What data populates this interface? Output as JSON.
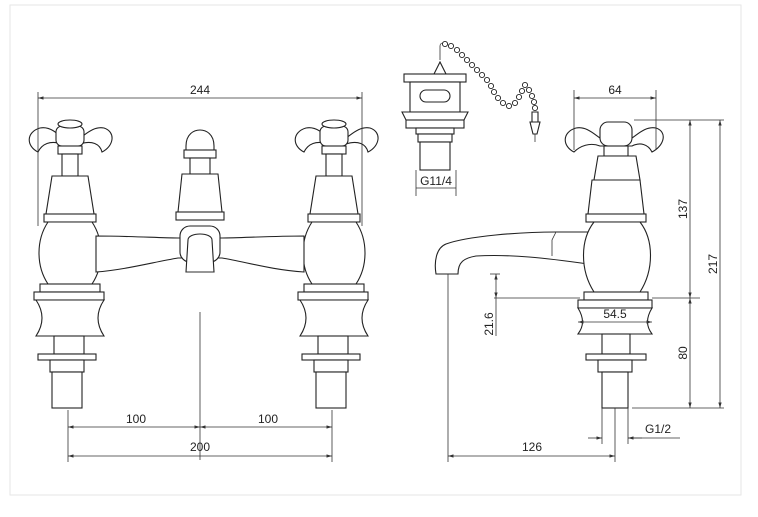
{
  "dimensions": {
    "overall_width": "244",
    "centre_left": "100",
    "centre_right": "100",
    "centres_total": "200",
    "waste_thread": "G11/4",
    "handle_width": "64",
    "body_height": "137",
    "total_height": "217",
    "spout_clearance": "21.6",
    "base_diameter": "54.5",
    "shank_height": "80",
    "spout_reach": "126",
    "tail_thread": "G1/2"
  }
}
